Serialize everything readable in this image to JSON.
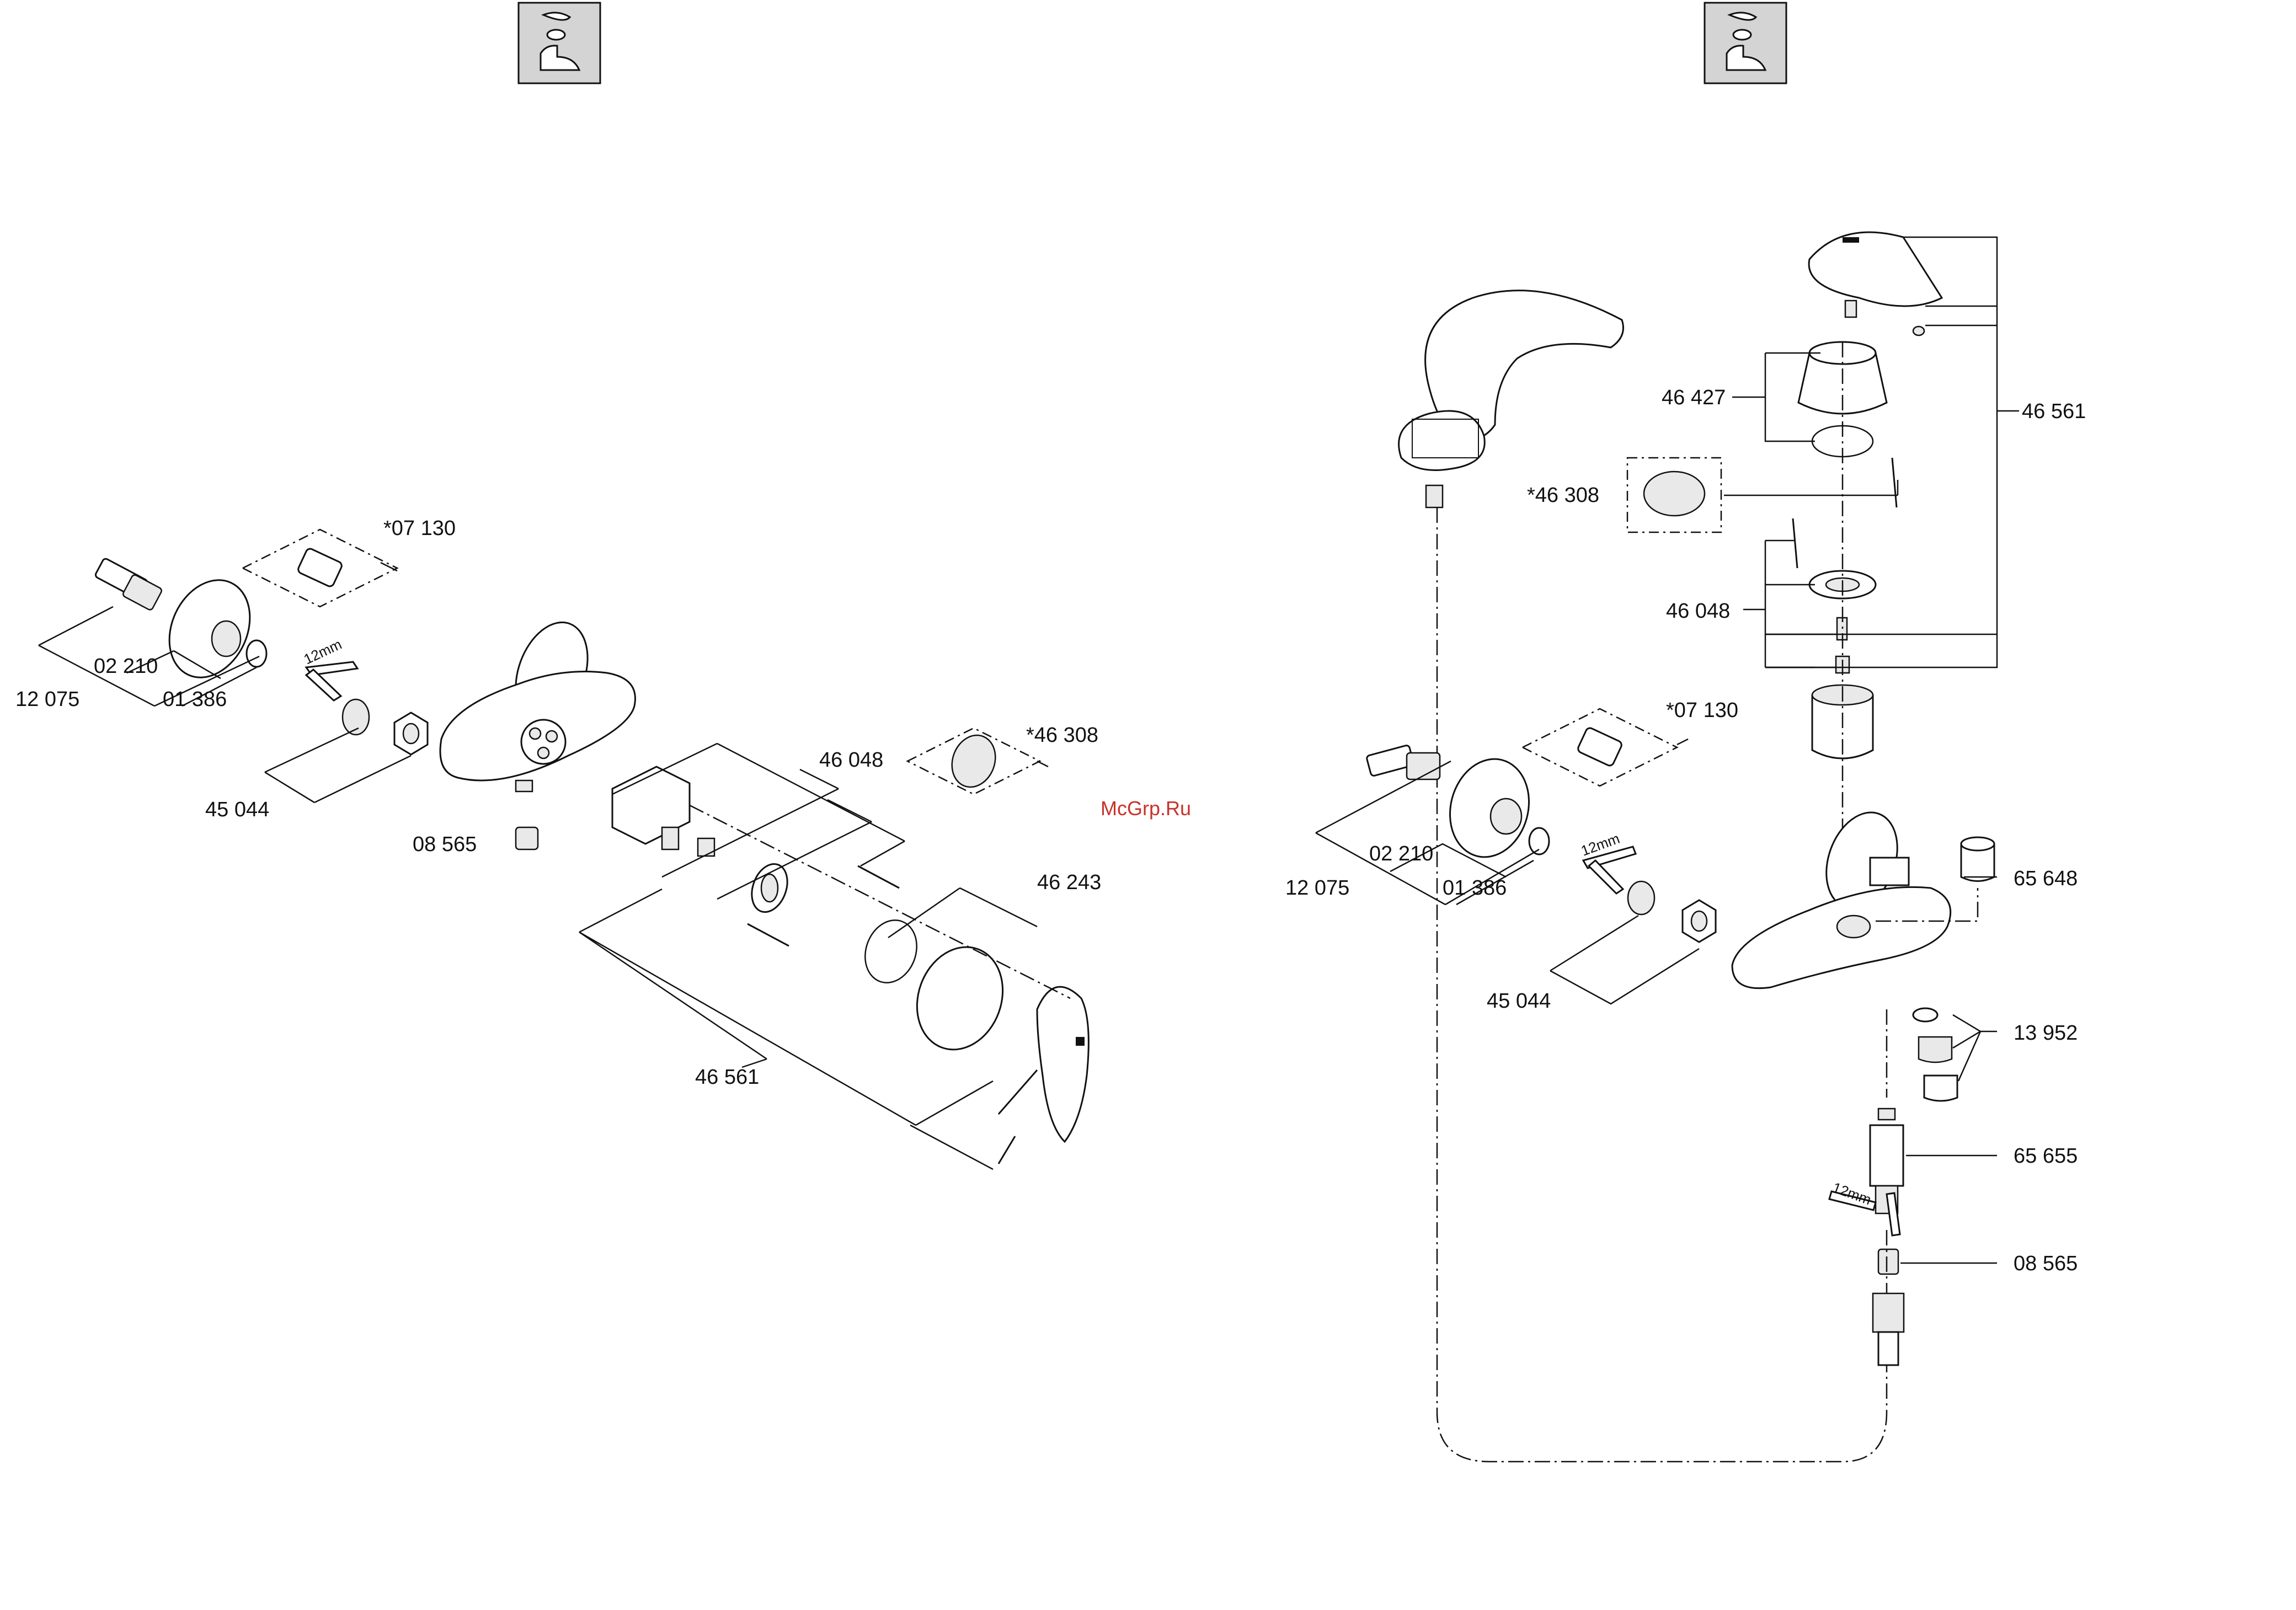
{
  "watermark": "McGrp.Ru",
  "left_assembly": {
    "labels": {
      "p07130": "*07 130",
      "p02210": "02 210",
      "p12075": "12 075",
      "p01386": "01 386",
      "p45044": "45 044",
      "p08565": "08 565",
      "p46048": "46 048",
      "p46308": "*46 308",
      "p46243": "46 243",
      "p46561": "46 561",
      "wrench": "12mm"
    }
  },
  "right_assembly": {
    "labels": {
      "p46427": "46 427",
      "p46561": "46 561",
      "p46308": "*46 308",
      "p46048": "46 048",
      "p07130": "*07 130",
      "p02210": "02 210",
      "p12075": "12 075",
      "p01386": "01 386",
      "p45044": "45 044",
      "p65648": "65 648",
      "p13952": "13 952",
      "p65655": "65 655",
      "p08565": "08 565",
      "wrench1": "12mm",
      "wrench2": "12mm"
    }
  },
  "icons": [
    "faucet-assembly-icon",
    "faucet-assembly-icon"
  ]
}
